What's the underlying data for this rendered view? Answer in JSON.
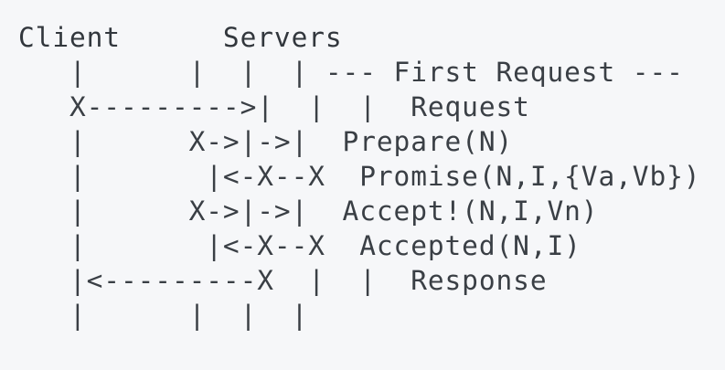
{
  "diagram": {
    "title_row": {
      "client_label": "Client",
      "servers_label": "Servers",
      "text": "Client      Servers"
    },
    "colors": {
      "background": "#f6f7f9",
      "text": "#3a3f45"
    },
    "lifelines": {
      "client_column": 3,
      "server_columns": [
        10,
        12,
        14
      ],
      "server_count": 3
    },
    "rows": [
      {
        "name": "first-request-banner",
        "diagram": "   |      |  |  | ",
        "label": "--- First Request ---",
        "text": "   |      |  |  | --- First Request ---"
      },
      {
        "name": "client-request",
        "diagram": "   X--------->|  |  |  ",
        "label": "Request",
        "text": "   X--------->|  |  |  Request"
      },
      {
        "name": "prepare",
        "diagram": "   |      X->|->|  ",
        "label": "Prepare(N)",
        "text": "   |      X->|->|  Prepare(N)"
      },
      {
        "name": "promise",
        "diagram": "   |       |<-X--X  ",
        "label": "Promise(N,I,{Va,Vb})",
        "text": "   |       |<-X--X  Promise(N,I,{Va,Vb})"
      },
      {
        "name": "accept",
        "diagram": "   |      X->|->|  ",
        "label": "Accept!(N,I,Vn)",
        "text": "   |      X->|->|  Accept!(N,I,Vn)"
      },
      {
        "name": "accepted",
        "diagram": "   |       |<-X--X  ",
        "label": "Accepted(N,I)",
        "text": "   |       |<-X--X  Accepted(N,I)"
      },
      {
        "name": "client-response",
        "diagram": "   |<---------X  |  |  ",
        "label": "Response",
        "text": "   |<---------X  |  |  Response"
      },
      {
        "name": "trailing-lifelines",
        "diagram": "   |      |  |  |",
        "label": "",
        "text": "   |      |  |  |"
      }
    ],
    "messages": [
      "Request",
      "Prepare(N)",
      "Promise(N,I,{Va,Vb})",
      "Accept!(N,I,Vn)",
      "Accepted(N,I)",
      "Response"
    ],
    "banner": "--- First Request ---"
  }
}
